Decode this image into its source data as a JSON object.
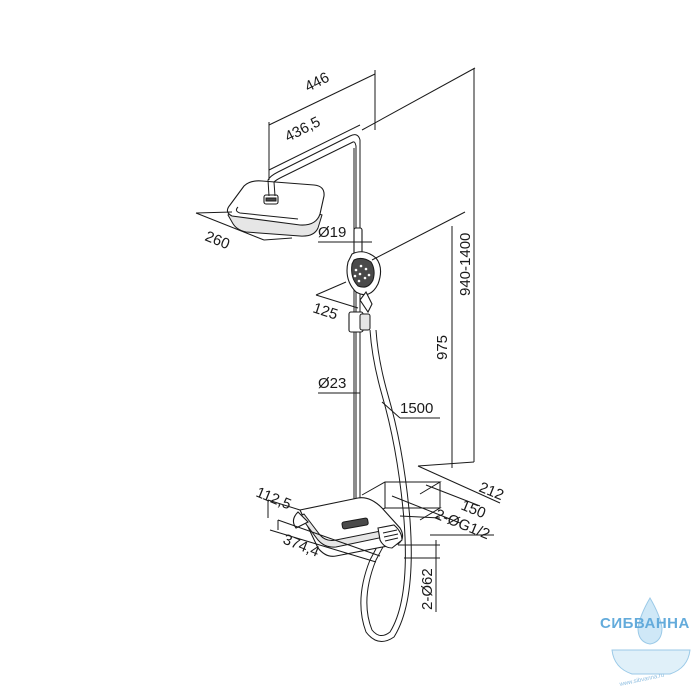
{
  "dimensions": {
    "d446": "446",
    "d436_5": "436,5",
    "d260": "260",
    "d19": "Ø19",
    "d125": "125",
    "d975": "975",
    "d940_1400": "940-1400",
    "d23": "Ø23",
    "d1500": "1500",
    "d112_5": "112,5",
    "d374_4": "374,4",
    "d212": "212",
    "d150": "150",
    "dG12": "2-ØG1/2",
    "d62": "2-Ø62"
  },
  "watermark": {
    "brand": "СИБВАННА",
    "url": "www.sibvanna.ru"
  }
}
